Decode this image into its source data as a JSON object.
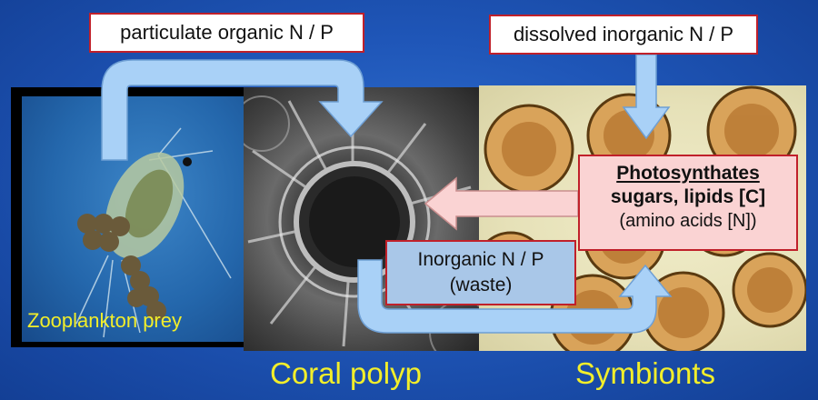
{
  "labels": {
    "particulate": "particulate organic N / P",
    "dissolved": "dissolved inorganic N / P",
    "photosynthates_title": "Photosynthates",
    "photosynthates_line2": "sugars, lipids [C]",
    "photosynthates_line3": "(amino acids [N])",
    "inorganic_line1": "Inorganic N / P",
    "inorganic_line2": "(waste)"
  },
  "captions": {
    "zooplankton": "Zooplankton prey",
    "coral": "Coral polyp",
    "symbionts": "Symbionts"
  },
  "colors": {
    "background": "#1f56b8",
    "arrow_blue": "#a9d1f7",
    "arrow_pink": "#fad3d3",
    "caption_yellow": "#f2ee2a",
    "box_border": "#c0202a"
  }
}
